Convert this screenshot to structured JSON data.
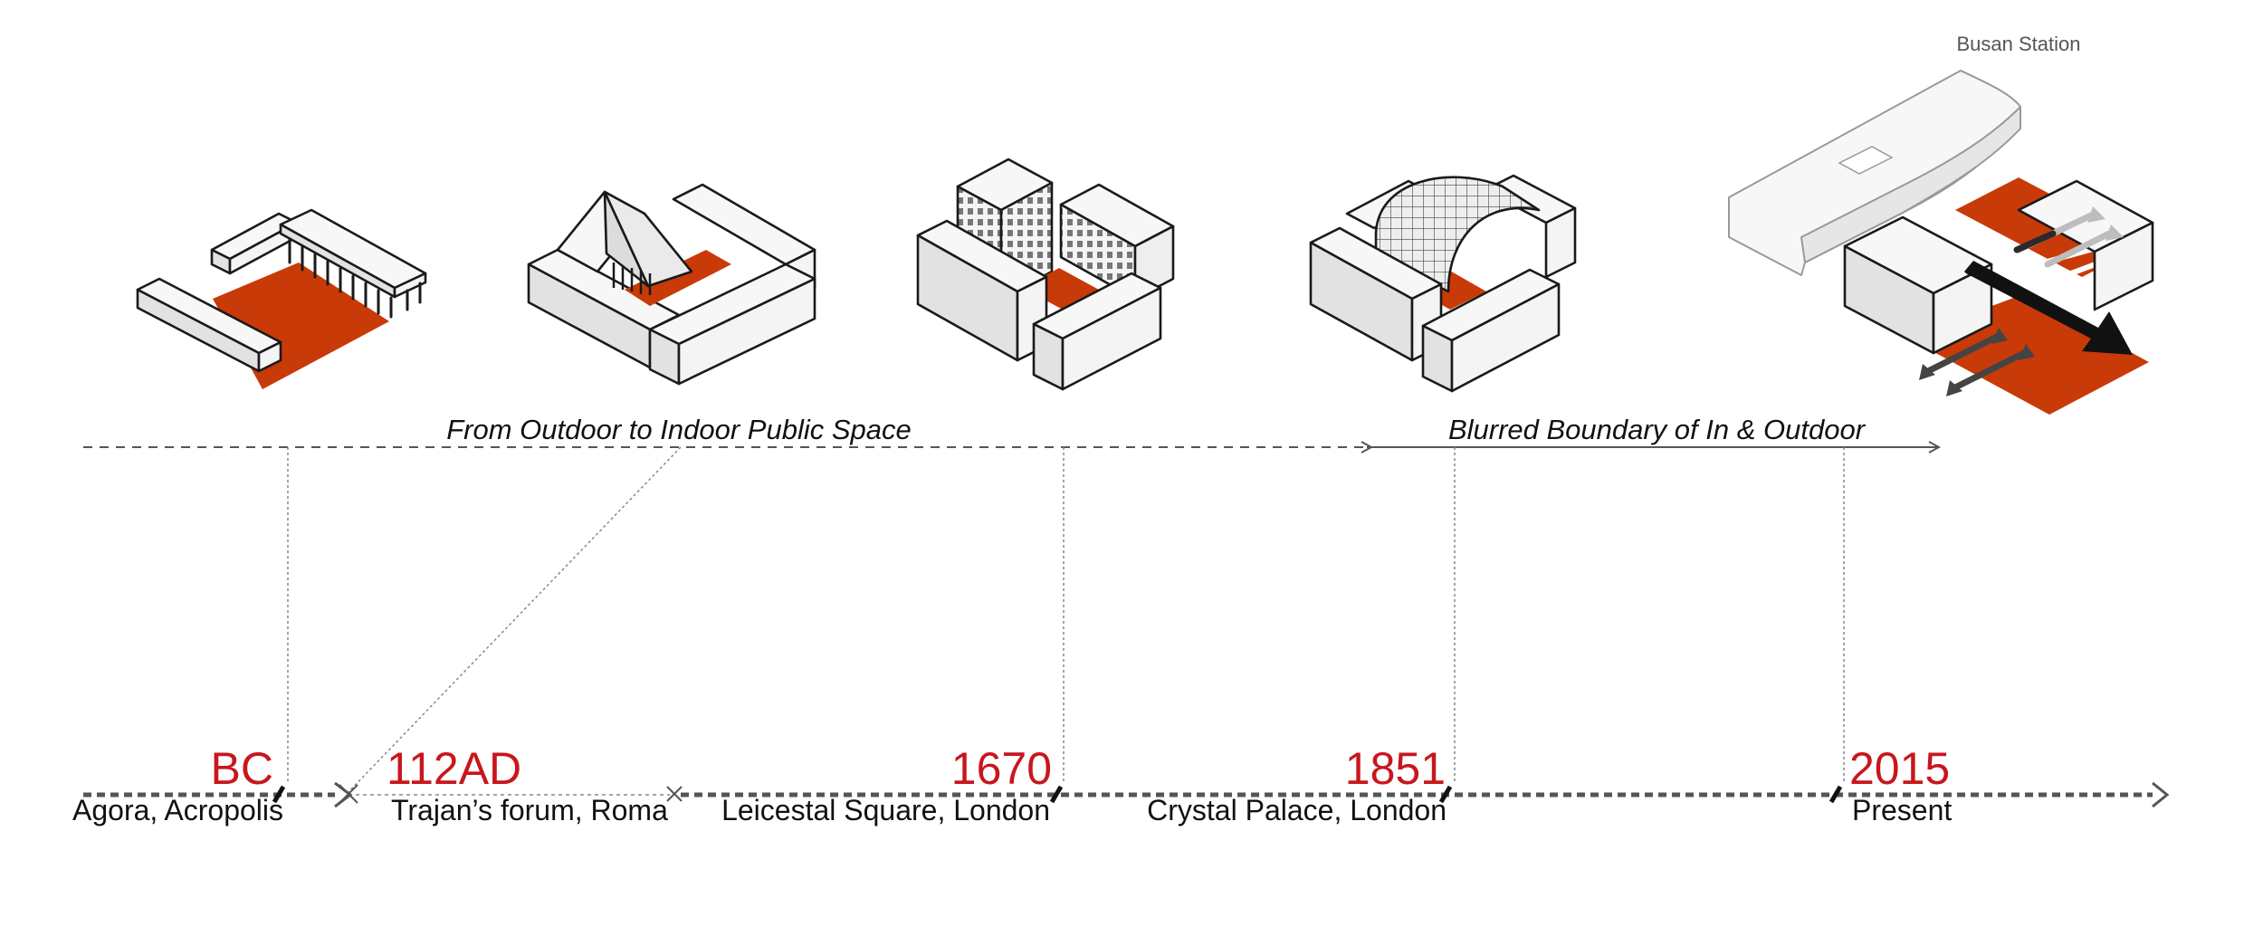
{
  "eras": {
    "outdoor_to_indoor": "From Outdoor to Indoor Public Space",
    "blurred_boundary": "Blurred Boundary of In & Outdoor"
  },
  "milestones": [
    {
      "year": "BC",
      "caption": "Agora, Acropolis"
    },
    {
      "year": "112AD",
      "caption": "Trajan’s forum, Roma"
    },
    {
      "year": "1670",
      "caption": "Leicestal Square, London"
    },
    {
      "year": "1851",
      "caption": "Crystal Palace, London"
    },
    {
      "year": "2015",
      "caption": "Present"
    }
  ],
  "busan_label": "Busan Station",
  "colors": {
    "plaza_red": "#c83a08",
    "year_red": "#c8161d",
    "block_light": "#f6f6f6",
    "block_shade": "#dcdcdc",
    "arrow_dark": "#111111"
  },
  "icons": [
    "agora-block-icon",
    "forum-block-icon",
    "square-block-icon",
    "crystal-palace-block-icon",
    "busan-station-block-icon"
  ]
}
